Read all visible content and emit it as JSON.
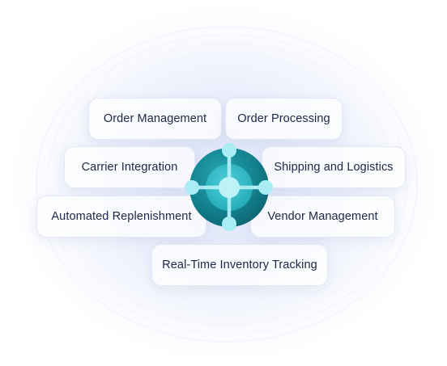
{
  "features": [
    {
      "label": "Order Management"
    },
    {
      "label": "Order Processing"
    },
    {
      "label": "Carrier Integration"
    },
    {
      "label": "Shipping and Logistics"
    },
    {
      "label": "Automated Replenishment"
    },
    {
      "label": "Vendor Management"
    },
    {
      "label": "Real-Time Inventory Tracking"
    }
  ],
  "colors": {
    "hub_outer": "#0f7e89",
    "hub_inner": "#2bb6c2",
    "hub_center": "#bdf2f6",
    "node": "#a9ecf3",
    "text": "#1c2747"
  },
  "icons": {
    "hub": "business-central-logo-icon"
  }
}
